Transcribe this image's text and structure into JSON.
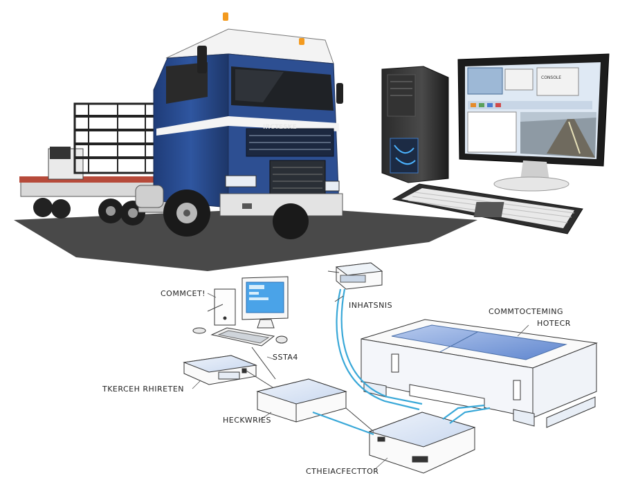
{
  "truck": {
    "grille_text": "IRCTESKE"
  },
  "monitor": {
    "screen_text": "CONSOLE"
  },
  "diagram": {
    "labels": {
      "computer": "СОMMCET!",
      "interface": "INHATSNIS",
      "controlling": "COMMTOCTEMING",
      "monitor": "HOTECR",
      "port": "SSTA4",
      "terminal_reader": "TKERCEH RHIRETEN",
      "receiver": "HECKWRIES",
      "connector": "CTHEIACFECTTOR"
    }
  },
  "colors": {
    "truck_blue": "#2d4f92",
    "cable_blue": "#39a8d8",
    "shadow": "#3a3a3a"
  }
}
